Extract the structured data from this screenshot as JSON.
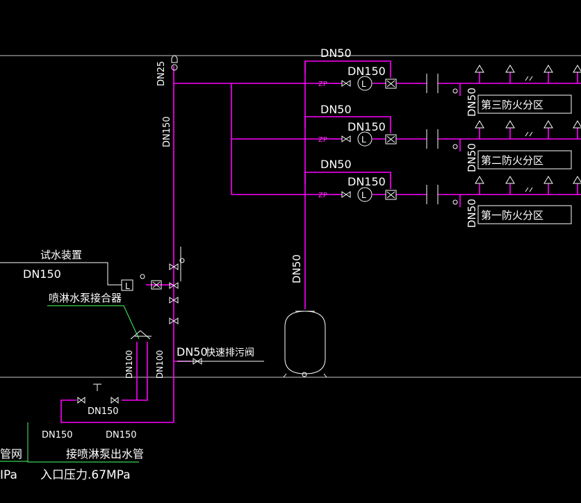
{
  "colors": {
    "pipe_magenta": "#ff00ff",
    "annotation_white": "#ffffff",
    "leader_green": "#39d353",
    "floor_line_gray": "#c8c8c8",
    "background": "#000000"
  },
  "labels": {
    "dn50_top": "DN50",
    "dn150_z3": "DN150",
    "dn50_z2": "DN50",
    "dn150_z2": "DN150",
    "dn50_z1": "DN50",
    "dn150_z1": "DN150",
    "dn25_riser": "DN25",
    "dn150_riser": "DN150",
    "dn50_tank": "DN50",
    "dn50_z3_branch": "DN50",
    "dn50_z2_branch": "DN50",
    "dn50_z1_branch": "DN50",
    "zp_1": "ZP",
    "zp_2": "ZP",
    "zp_3": "ZP",
    "zone_3": "第三防火分区",
    "zone_2": "第二防火分区",
    "zone_1": "第一防火分区",
    "test_device": "试水装置",
    "dn150_test": "DN150",
    "pump_adapter": "喷淋水泵接合器",
    "dn100_left": "DN100",
    "dn100_right": "DN100",
    "dn50_drain": "DN50",
    "quick_drain": "快速排污阀",
    "dn150_bypass": "DN150",
    "dn150_bottom_left": "DN150",
    "dn150_bottom_right": "DN150",
    "pipe_network_partial": "管网",
    "pump_outlet": "接喷淋泵出水管",
    "mpa_partial": "IPa",
    "inlet_pressure": "入口压力.67MPa",
    "flow_switch_symbol": "L",
    "gauge_symbol": "L"
  }
}
